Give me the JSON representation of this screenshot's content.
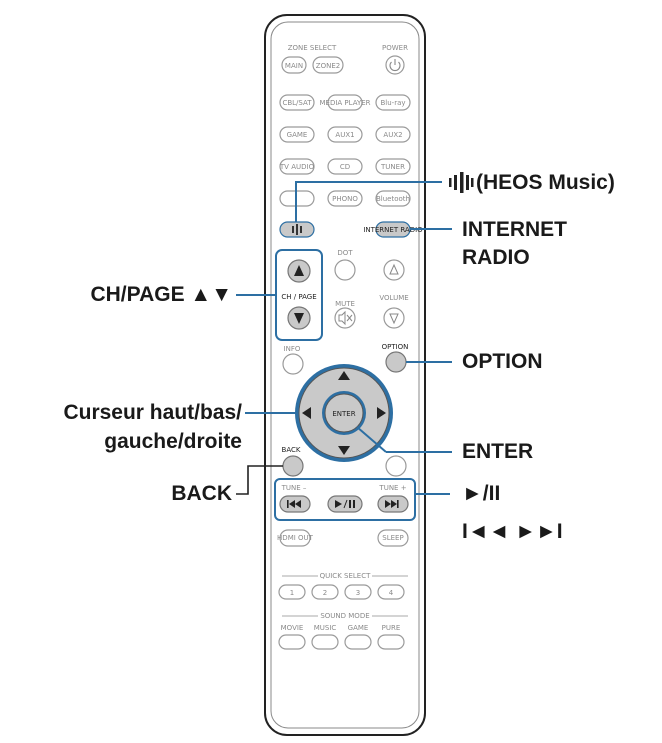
{
  "callouts": {
    "heos_music": "(HEOS Music)",
    "internet_radio_line1": "INTERNET",
    "internet_radio_line2": "RADIO",
    "ch_page": "CH/PAGE ▲▼",
    "option": "OPTION",
    "cursor_line1": "Curseur haut/bas/",
    "cursor_line2": "gauche/droite",
    "enter": "ENTER",
    "back": "BACK",
    "play_pause": "►/II",
    "skip": "I◄◄ ►►I"
  },
  "remote": {
    "zone_select": "ZONE SELECT",
    "power": "POWER",
    "main": "MAIN",
    "zone2": "ZONE2",
    "row1": [
      "CBL/SAT",
      "MEDIA PLAYER",
      "Blu-ray"
    ],
    "row2": [
      "GAME",
      "AUX1",
      "AUX2"
    ],
    "row3": [
      "CD",
      "TUNER"
    ],
    "row3_partial": "TV AUDIO",
    "row4": [
      "PHONO",
      "Bluetooth"
    ],
    "internet_radio": "INTERNET RADIO",
    "dot": "DOT",
    "ch_page": "CH / PAGE",
    "mute": "MUTE",
    "volume": "VOLUME",
    "info": "INFO",
    "option": "OPTION",
    "enter": "ENTER",
    "back": "BACK",
    "tune_minus": "TUNE –",
    "tune_plus": "TUNE +",
    "hdmi_out": "HDMI OUT",
    "sleep": "SLEEP",
    "quick_select": "QUICK SELECT",
    "quick": [
      "1",
      "2",
      "3",
      "4"
    ],
    "sound_mode": "SOUND MODE",
    "sound": [
      "MOVIE",
      "MUSIC",
      "GAME",
      "PURE"
    ]
  },
  "colors": {
    "accent": "#2d6fa3",
    "button_gray": "#c9c9c9"
  },
  "icons": [
    "heos-icon",
    "power-icon",
    "up-arrow-icon",
    "down-arrow-icon",
    "mute-icon",
    "prev-icon",
    "play-pause-icon",
    "next-icon"
  ]
}
